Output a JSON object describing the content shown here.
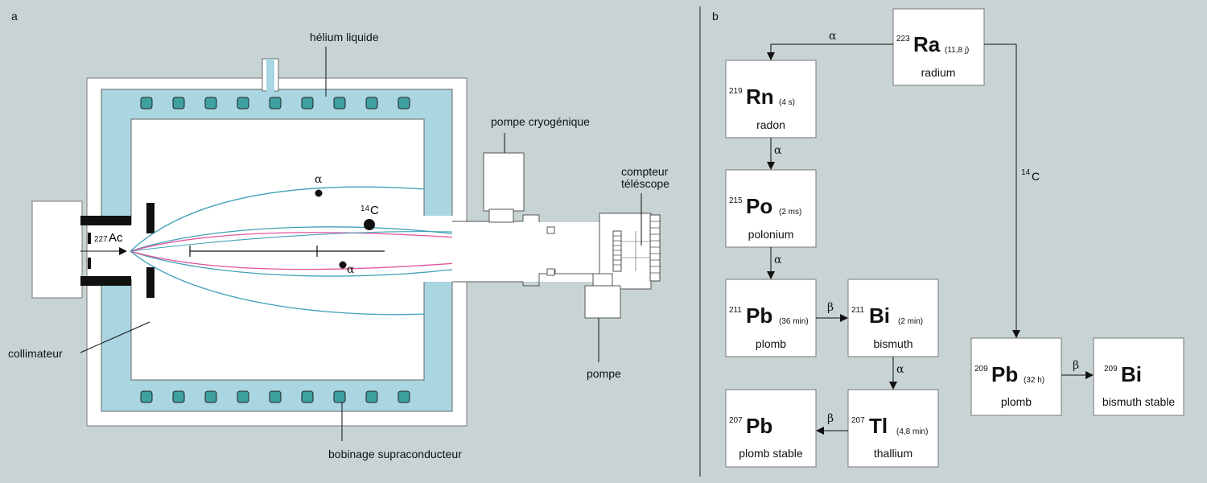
{
  "panel_a": {
    "letter": "a",
    "labels": {
      "helium": "hélium liquide",
      "cryo_pump": "pompe cryogénique",
      "counter_line1": "compteur",
      "counter_line2": "téléscope",
      "collimator": "collimateur",
      "pump": "pompe",
      "coil": "bobinage supraconducteur",
      "source_mass": "227",
      "source_symbol": "Ac",
      "c14_mass": "14",
      "c14_symbol": "C",
      "alpha_top": "α",
      "alpha_bottom": "α"
    },
    "colors": {
      "helium": "#a9d6e0",
      "alpha_track": "#3fa0b7",
      "c14_track": "#e0559a"
    }
  },
  "panel_b": {
    "letter": "b",
    "nodes": {
      "ra223": {
        "mass": "223",
        "symbol": "Ra",
        "half_life": "(11,8 j)",
        "name": "radium"
      },
      "rn219": {
        "mass": "219",
        "symbol": "Rn",
        "half_life": "(4 s)",
        "name": "radon"
      },
      "po215": {
        "mass": "215",
        "symbol": "Po",
        "half_life": "(2 ms)",
        "name": "polonium"
      },
      "pb211": {
        "mass": "211",
        "symbol": "Pb",
        "half_life": "(36 min)",
        "name": "plomb"
      },
      "bi211": {
        "mass": "211",
        "symbol": "Bi",
        "half_life": "(2 min)",
        "name": "bismuth"
      },
      "tl207": {
        "mass": "207",
        "symbol": "Tl",
        "half_life": "(4,8 min)",
        "name": "thallium"
      },
      "pb207": {
        "mass": "207",
        "symbol": "Pb",
        "half_life": "",
        "name": "plomb stable"
      },
      "pb209": {
        "mass": "209",
        "symbol": "Pb",
        "half_life": "(32 h)",
        "name": "plomb"
      },
      "bi209": {
        "mass": "209",
        "symbol": "Bi",
        "half_life": "",
        "name": "bismuth stable"
      }
    },
    "edges": {
      "ra_rn": "α",
      "rn_po": "α",
      "po_pb": "α",
      "pb_bi": "β",
      "bi_tl": "α",
      "tl_pb": "β",
      "ra_pb209_mass": "14",
      "ra_pb209_symbol": "C",
      "pb209_bi209": "β"
    }
  }
}
